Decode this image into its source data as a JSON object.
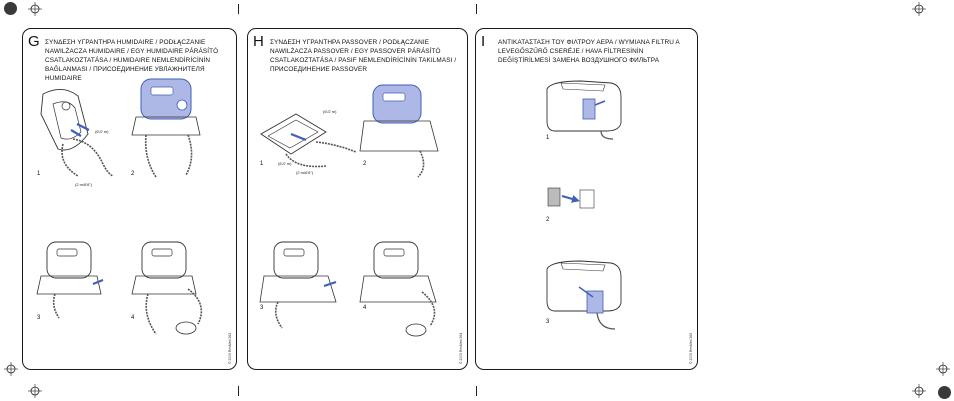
{
  "panels": [
    {
      "letter": "G",
      "title": "ΣΥΝΔΕΣΗ ΥΓΡΑΝΤΗΡΑ HUMIDAIRE / PODŁĄCZANIE NAWILŻACZA HUMIDAIRE / EGY HUMIDAIRE PÁRÁSÍTÓ CSATLAKOZTATÁSA / HUMIDAIRE NEMLENDİRİCİNİN BAĞLANMASI / ПРИСОЕДИНЕНИЕ УВЛАЖНИТЕЛЯ HUMIDAIRE",
      "steps": [
        "1",
        "2",
        "3",
        "4"
      ],
      "dims": [
        "(6'/2 m)",
        "(2 m/6'6\")"
      ],
      "copyright": "© 2005 ResMed 263"
    },
    {
      "letter": "H",
      "title": "ΣΥΝΔΕΣΗ ΥΓΡΑΝΤΗΡΑ PASSOVER / PODŁĄCZANIE NAWILŻACZA PASSOVER / EGY PASSOVER PÁRÁSÍTÓ CSATLAKOZTATÁSA / PASIF NEMLENDİRİCİNİN TAKILMASI / ПРИСОЕДИНЕНИЕ PASSOVER",
      "steps": [
        "1",
        "2",
        "3",
        "4"
      ],
      "dims": [
        "(6'/2 m)",
        "(6'/2 m)",
        "(2 m/6'6\")"
      ],
      "copyright": "© 2005 ResMed 264"
    },
    {
      "letter": "I",
      "title": "ΑΝΤΙΚΑΤΑΣΤΑΣΗ ΤΟΥ ΦΙΛΤΡΟΥ ΑΕΡΑ / WYMIANA FILTRU A LEVEGŐSZŰRŐ CSERÉJE / HAVA FİLTRESİNİN DEĞİŞTİRİLMESİ ЗАМЕНА ВОЗДУШНОГО ФИЛЬТРА",
      "steps": [
        "1",
        "2",
        "3"
      ],
      "copyright": "© 2005 ResMed 265"
    }
  ],
  "colors": {
    "accent": "#3f5fb8",
    "accent_light": "#aeb8e6",
    "line": "#333333"
  }
}
